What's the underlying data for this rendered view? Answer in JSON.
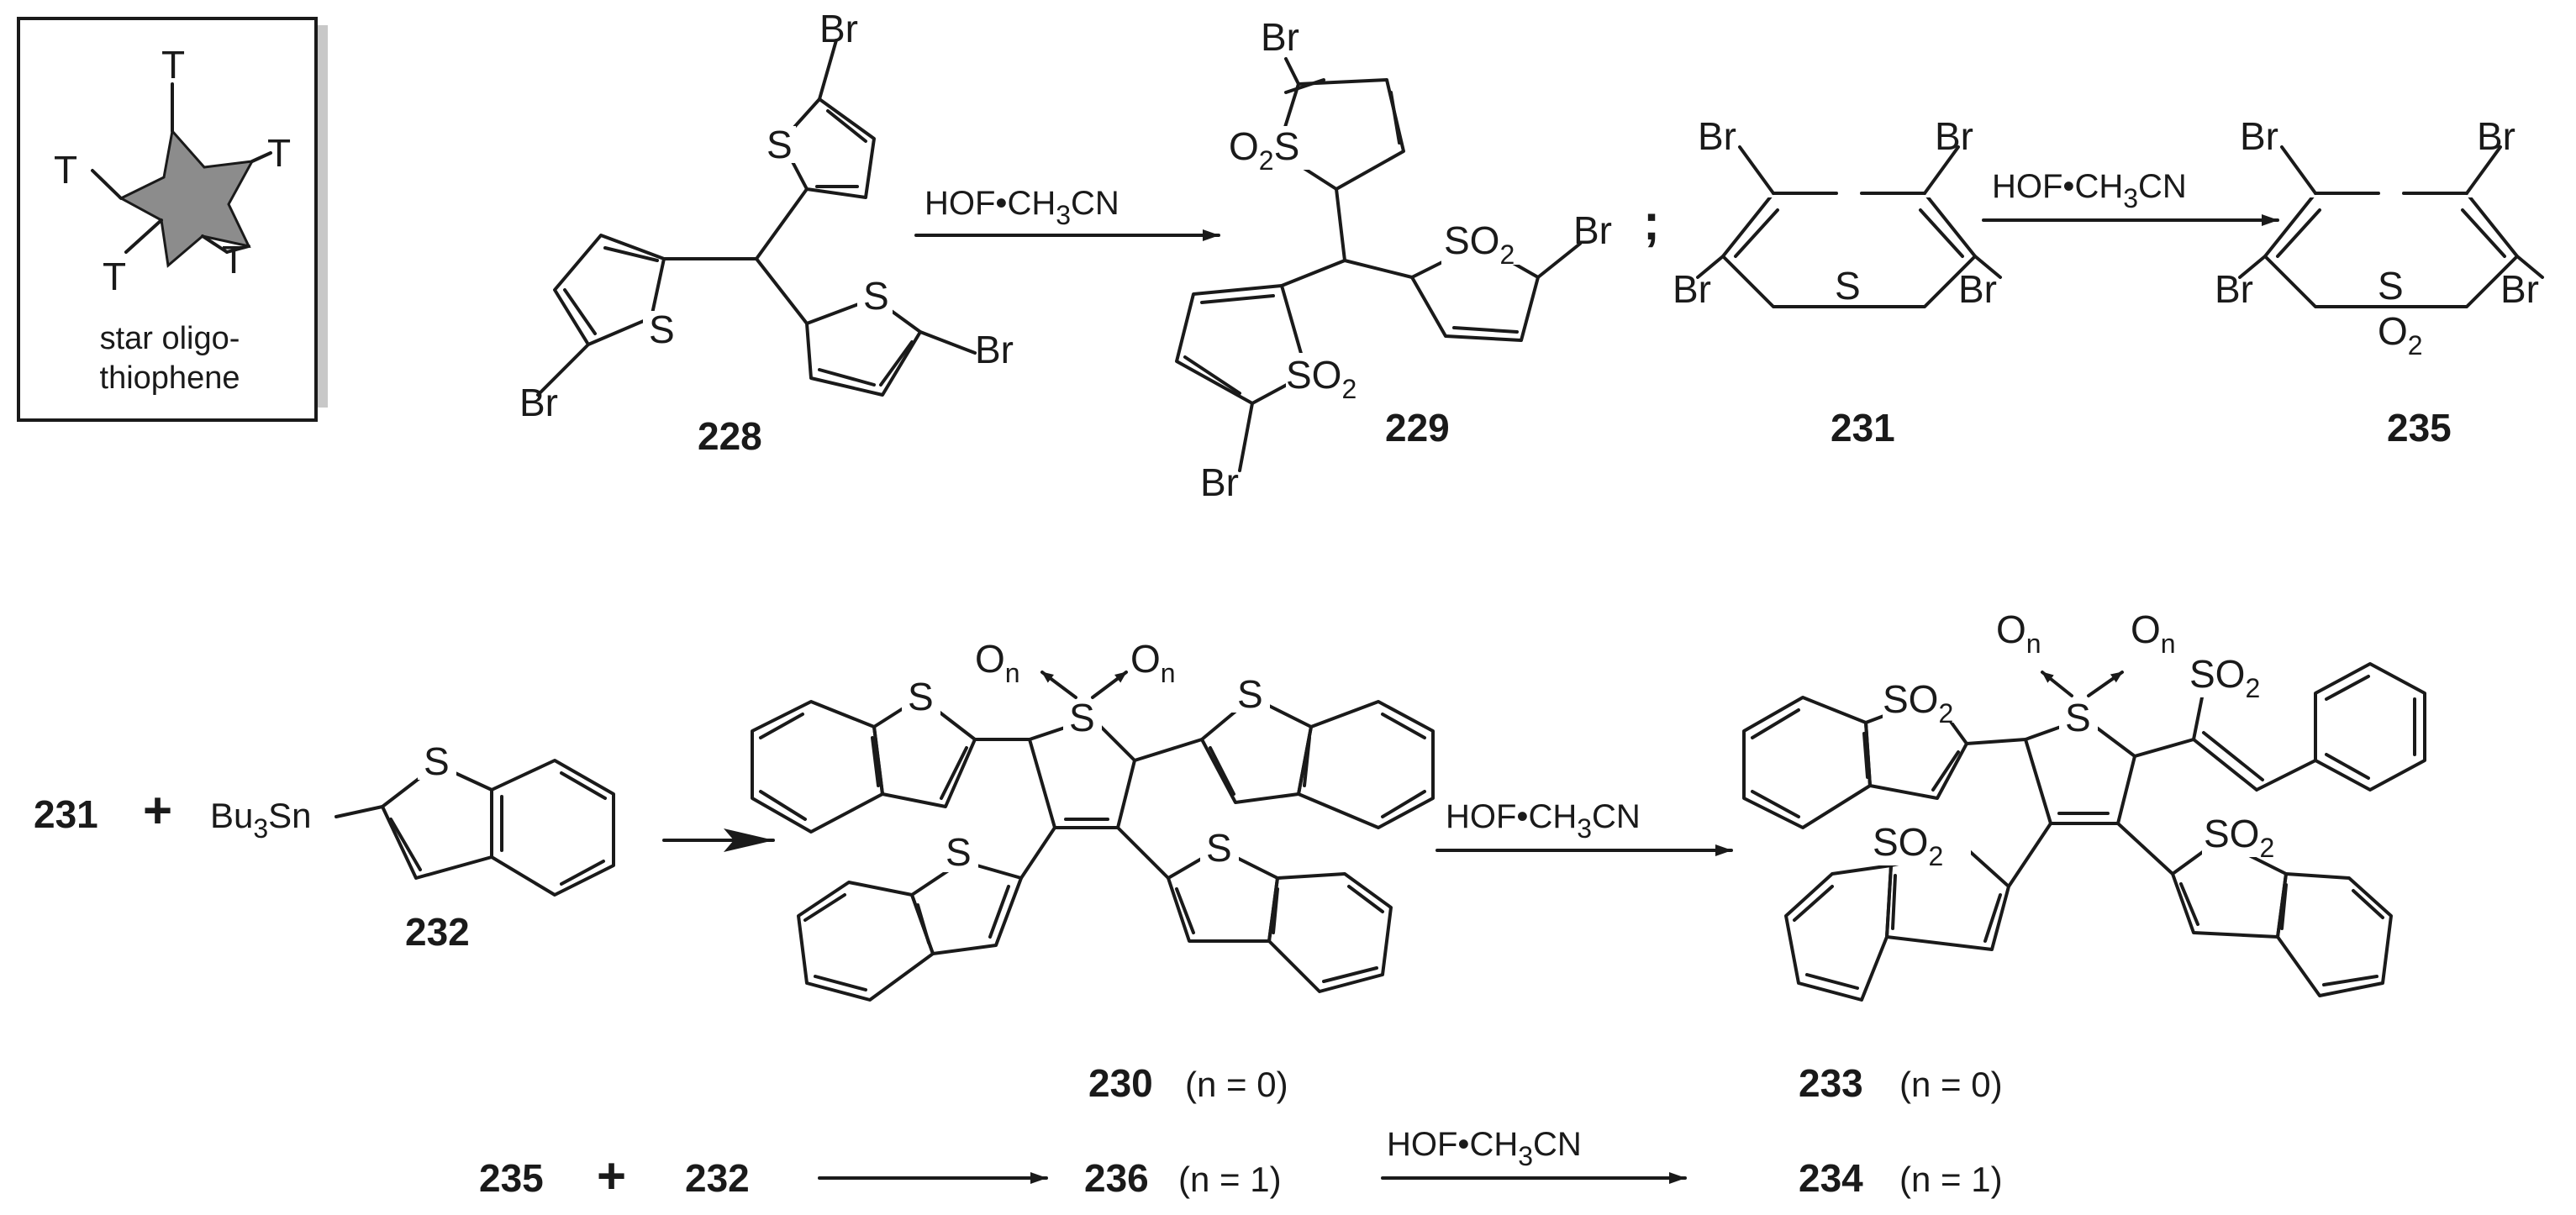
{
  "legend": {
    "corner_label": "T",
    "caption_line1": "star oligo-",
    "caption_line2": "thiophene",
    "star_fill": "#8c8c8c",
    "shadow_color": "#c8c8c8"
  },
  "atoms": {
    "Br": "Br",
    "S": "S",
    "SO2_main": "SO",
    "SO2_sub": "2",
    "O2_prefix_main": "O",
    "O2_prefix_sub": "2",
    "On_main": "O",
    "On_sub": "n"
  },
  "reagent": {
    "prefix": "HOF•CH",
    "sub": "3",
    "suffix": "CN"
  },
  "reactions": {
    "r1": {
      "from": "228",
      "to": "229"
    },
    "separator": ";",
    "r2": {
      "from": "231",
      "to": "235"
    },
    "r3": {
      "reactant1": "231",
      "plus": "+",
      "reactant2_prefix": "Bu",
      "reactant2_sub": "3",
      "reactant2_suffix": "Sn",
      "reactant2": "232"
    },
    "r3_products": {
      "first": "230",
      "first_n": "(n = 0)",
      "second": "233",
      "second_n": "(n = 0)"
    },
    "r4": {
      "reactant1": "235",
      "plus": "+",
      "reactant2": "232",
      "product": "236",
      "product_n": "(n = 1)",
      "final": "234",
      "final_n": "(n = 1)"
    }
  }
}
